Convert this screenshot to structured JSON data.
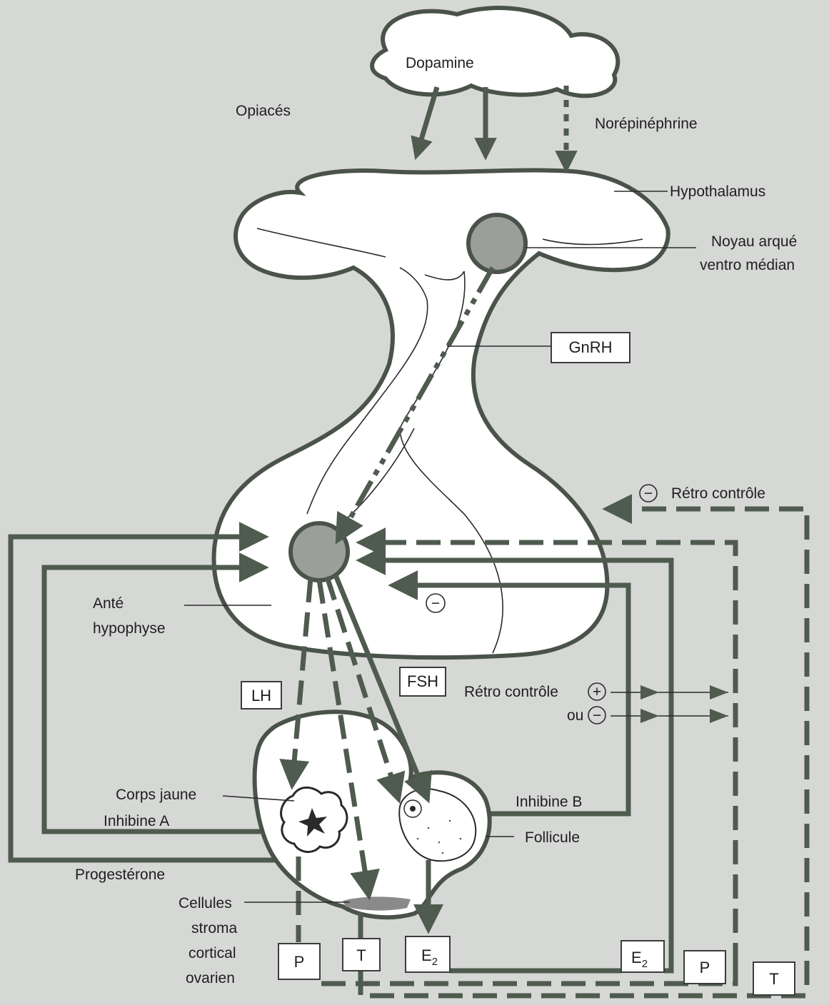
{
  "labels": {
    "dopamine": "Dopamine",
    "opiaces": "Opiacés",
    "norepinephrine": "Norépinéphrine",
    "hypothalamus": "Hypothalamus",
    "noyau_line1": "Noyau arqué",
    "noyau_line2": "ventro médian",
    "gnrh": "GnRH",
    "retro_controle_top": "Rétro contrôle",
    "ante_line1": "Anté",
    "ante_line2": "hypophyse",
    "lh": "LH",
    "fsh": "FSH",
    "retro_controle_mid": "Rétro contrôle",
    "ou": "ou",
    "corps_jaune": "Corps jaune",
    "inhibine_a": "Inhibine A",
    "inhibine_b": "Inhibine B",
    "follicule": "Follicule",
    "progesterone": "Progestérone",
    "cellules_line1": "Cellules",
    "cellules_line2": "stroma",
    "cellules_line3": "cortical",
    "cellules_line4": "ovarien"
  },
  "symbols": {
    "minus": "−",
    "plus": "+"
  },
  "hormone_boxes": {
    "p": "P",
    "t": "T",
    "e_letter": "E",
    "e_sub": "2"
  },
  "colors": {
    "arrow": "#4f5b4f",
    "nucleus": "#9c9e9c",
    "background": "#d6d8d6"
  }
}
